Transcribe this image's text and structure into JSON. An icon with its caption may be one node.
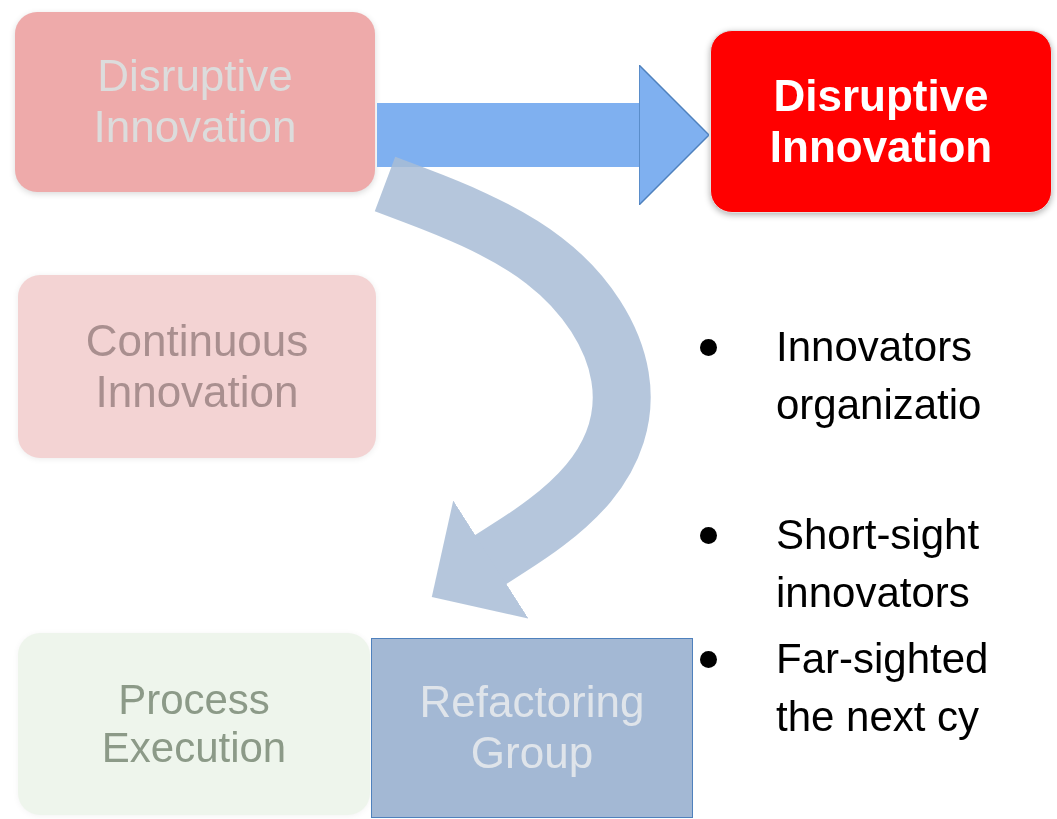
{
  "diagram": {
    "nodes": [
      {
        "text": [
          "Disruptive Innovation"
        ]
      },
      {
        "text": [
          "Disruptive Innovation"
        ]
      },
      {
        "text": [
          "Continuous Innovation"
        ]
      },
      {
        "text": [
          "Process Execution"
        ]
      },
      {
        "text": [
          "Refactoring Group"
        ]
      }
    ],
    "edges": [
      {
        "from": 0,
        "to": 1,
        "arrow": "to",
        "color": "#7fb0f0"
      },
      {
        "from": 0,
        "to": 4,
        "arrow": "to",
        "color": "#a9bdd6"
      }
    ],
    "labels": [
      "Innovators organizatio",
      "Short-sight innovators",
      "Far-sighted the next cy"
    ]
  }
}
